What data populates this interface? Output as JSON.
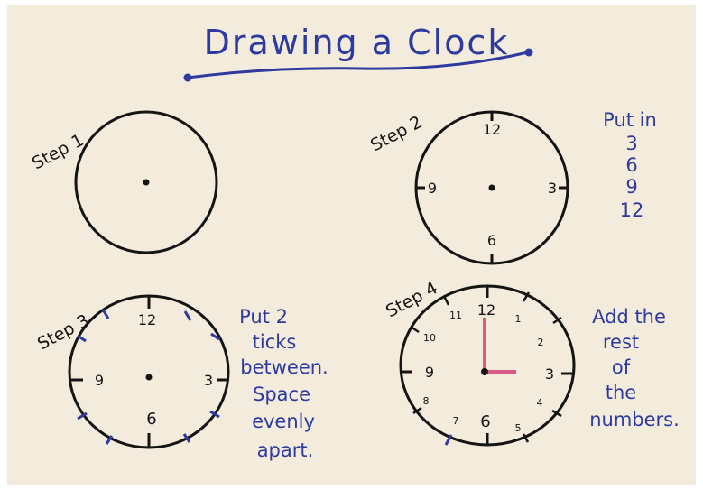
{
  "title": "Drawing a Clock",
  "colors": {
    "board": "#f3ecdc",
    "marker_blue": "#2d3a9e",
    "marker_black": "#141414",
    "marker_pink": "#d95a86"
  },
  "steps": [
    {
      "label": "Step 1",
      "note": []
    },
    {
      "label": "Step 2",
      "note": [
        "Put in",
        "3",
        "6",
        "9",
        "12"
      ],
      "numbers": {
        "n12": "12",
        "n3": "3",
        "n6": "6",
        "n9": "9"
      }
    },
    {
      "label": "Step 3",
      "note": [
        "Put 2",
        "ticks",
        "between.",
        "Space",
        "evenly",
        "apart."
      ],
      "numbers": {
        "n12": "12",
        "n3": "3",
        "n6": "6",
        "n9": "9"
      }
    },
    {
      "label": "Step 4",
      "note": [
        "Add the",
        "rest",
        "of",
        "the",
        "numbers."
      ],
      "numbers": {
        "n1": "1",
        "n2": "2",
        "n3": "3",
        "n4": "4",
        "n5": "5",
        "n6": "6",
        "n7": "7",
        "n8": "8",
        "n9": "9",
        "n10": "10",
        "n11": "11",
        "n12": "12"
      }
    }
  ]
}
